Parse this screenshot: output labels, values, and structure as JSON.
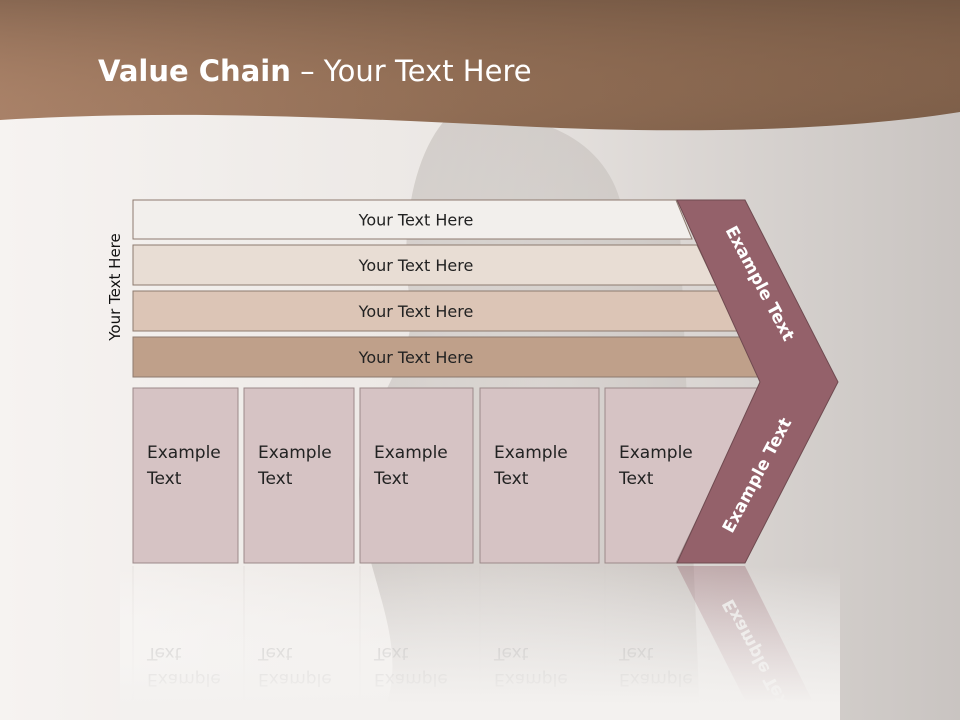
{
  "slide": {
    "title_bold": "Value Chain",
    "title_rest": " – Your Text Here",
    "side_label": "Your Text Here"
  },
  "rows": [
    {
      "text": "Your Text Here",
      "color": "#f2efec"
    },
    {
      "text": "Your Text Here",
      "color": "#e8ddd4"
    },
    {
      "text": "Your Text Here",
      "color": "#dcc5b6"
    },
    {
      "text": "Your Text Here",
      "color": "#bfa08a"
    }
  ],
  "columns": [
    {
      "line1": "Example",
      "line2": "Text"
    },
    {
      "line1": "Example",
      "line2": "Text"
    },
    {
      "line1": "Example",
      "line2": "Text"
    },
    {
      "line1": "Example",
      "line2": "Text"
    },
    {
      "line1": "Example",
      "line2": "Text"
    }
  ],
  "chevron": {
    "upper_text": "Example Text",
    "lower_text": "Example Text",
    "color": "#94616a"
  },
  "colors": {
    "header_band": "#a0785e",
    "column_fill": "#d6c3c4"
  }
}
